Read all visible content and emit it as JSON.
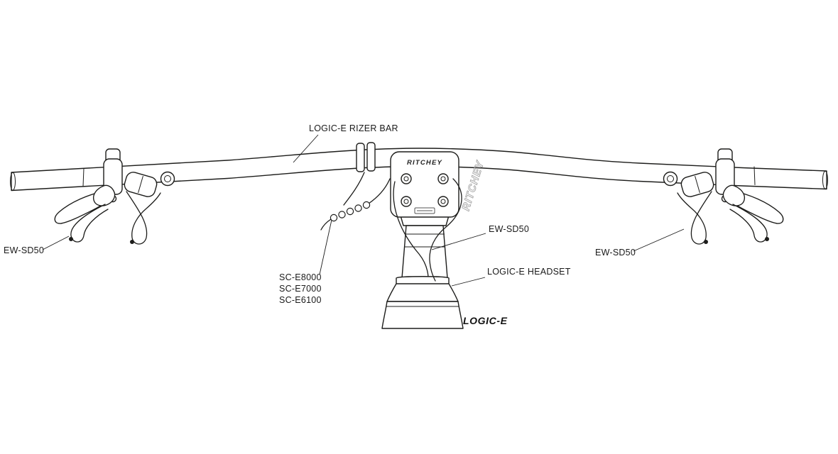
{
  "diagram": {
    "type": "technical-line-diagram",
    "subject": "LOGIC-E e-bike cockpit handlebar assembly",
    "background_color": "#ffffff",
    "line_color": "#1d1d1b",
    "labels": {
      "rizer_bar": "LOGIC-E RIZER BAR",
      "ew_sd50_left": "EW-SD50",
      "ew_sd50_center": "EW-SD50",
      "ew_sd50_right": "EW-SD50",
      "sc_models": [
        "SC-E8000",
        "SC-E7000",
        "SC-E6100"
      ],
      "headset": "LOGIC-E HEADSET",
      "frame_logo": "LOGIC-E",
      "stem_brand": "RITCHEY",
      "bar_brand": "RITCHEY"
    }
  }
}
